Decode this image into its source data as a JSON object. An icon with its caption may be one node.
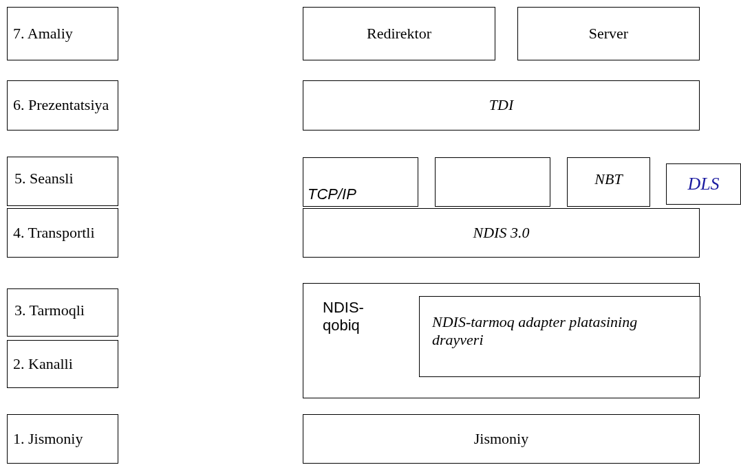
{
  "diagram": {
    "nodes": [
      {
        "text": [
          "7. Amaliy"
        ]
      },
      {
        "text": [
          "Redirektor"
        ]
      },
      {
        "text": [
          "Server"
        ]
      },
      {
        "text": [
          "6. Prezentatsiya"
        ]
      },
      {
        "text": [
          "TDI"
        ]
      },
      {
        "text": [
          "5. Seansli"
        ]
      },
      {
        "text": [
          "TCP/IP"
        ]
      },
      {
        "text": [],
        "shape": "box"
      },
      {
        "text": [
          "NBT"
        ]
      },
      {
        "text": [
          "DLS"
        ]
      },
      {
        "text": [
          "4. Transportli"
        ]
      },
      {
        "text": [
          "NDIS 3.0"
        ]
      },
      {
        "text": [
          "3. Tarmoqli"
        ]
      },
      {
        "text": [
          "NDIS-qobiq"
        ]
      },
      {
        "text": [
          "NDIS-tarmoq adapter platasining drayveri"
        ],
        "in": 13
      },
      {
        "text": [
          "2. Kanalli"
        ]
      },
      {
        "text": [
          "1. Jismoniy"
        ]
      },
      {
        "text": [
          "Jismoniy"
        ]
      }
    ]
  }
}
